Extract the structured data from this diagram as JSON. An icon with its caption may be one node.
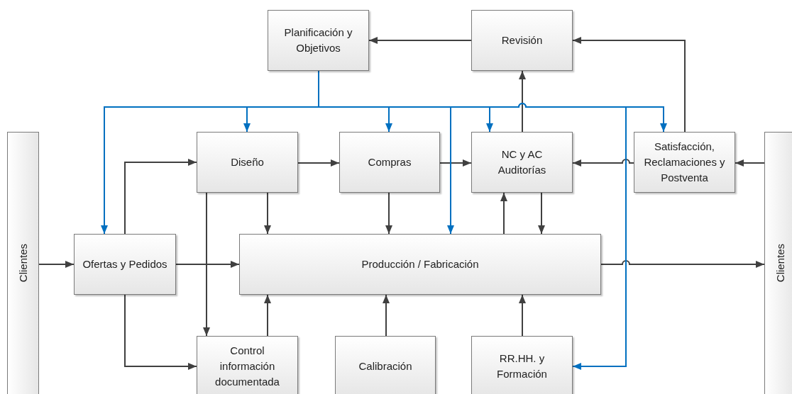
{
  "diagram": {
    "nodes": [
      {
        "text": [
          "Planificación y Objetivos"
        ]
      },
      {
        "text": [
          "Revisión"
        ]
      },
      {
        "text": [
          "Clientes"
        ]
      },
      {
        "text": [
          "Diseño"
        ]
      },
      {
        "text": [
          "Compras"
        ]
      },
      {
        "text": [
          "NC y AC Auditorías"
        ]
      },
      {
        "text": [
          "Satisfacción, Reclamaciones y Postventa"
        ]
      },
      {
        "text": [
          "Clientes"
        ]
      },
      {
        "text": [
          "Ofertas y Pedidos"
        ]
      },
      {
        "text": [
          "Producción / Fabricación"
        ]
      },
      {
        "text": [
          "Control información documentada"
        ]
      },
      {
        "text": [
          "Calibración"
        ]
      },
      {
        "text": [
          "RR.HH. y Formación"
        ]
      }
    ],
    "edges": [
      {
        "from": 1,
        "to": 0,
        "arrow": "to"
      },
      {
        "from": 6,
        "to": 1,
        "arrow": "to"
      },
      {
        "from": 5,
        "to": 1,
        "arrow": "to"
      },
      {
        "from": 3,
        "to": 4,
        "arrow": "to"
      },
      {
        "from": 4,
        "to": 5,
        "arrow": "to"
      },
      {
        "from": 6,
        "to": 5,
        "arrow": "to"
      },
      {
        "from": 7,
        "to": 6,
        "arrow": "to"
      },
      {
        "from": 2,
        "to": 8,
        "arrow": "to"
      },
      {
        "from": 8,
        "to": 3,
        "arrow": "to"
      },
      {
        "from": 8,
        "to": 9,
        "arrow": "to"
      },
      {
        "from": 8,
        "to": 10,
        "arrow": "to"
      },
      {
        "from": 3,
        "to": 10,
        "arrow": "to"
      },
      {
        "from": 3,
        "to": 9,
        "arrow": "to"
      },
      {
        "from": 4,
        "to": 9,
        "arrow": "to"
      },
      {
        "from": 9,
        "to": 5,
        "arrow": "to"
      },
      {
        "from": 5,
        "to": 9,
        "arrow": "to"
      },
      {
        "from": 10,
        "to": 9,
        "arrow": "to"
      },
      {
        "from": 11,
        "to": 9,
        "arrow": "to"
      },
      {
        "from": 12,
        "to": 9,
        "arrow": "to"
      },
      {
        "from": 9,
        "to": 7,
        "arrow": "to"
      },
      {
        "from": 0,
        "to": 8,
        "arrow": "to",
        "color": "#0070c0"
      },
      {
        "from": 0,
        "to": 3,
        "arrow": "to",
        "color": "#0070c0"
      },
      {
        "from": 0,
        "to": 4,
        "arrow": "to",
        "color": "#0070c0"
      },
      {
        "from": 0,
        "to": 9,
        "arrow": "to",
        "color": "#0070c0"
      },
      {
        "from": 0,
        "to": 5,
        "arrow": "to",
        "color": "#0070c0"
      },
      {
        "from": 0,
        "to": 6,
        "arrow": "to",
        "color": "#0070c0"
      },
      {
        "from": 0,
        "to": 12,
        "arrow": "to",
        "color": "#0070c0"
      }
    ]
  }
}
